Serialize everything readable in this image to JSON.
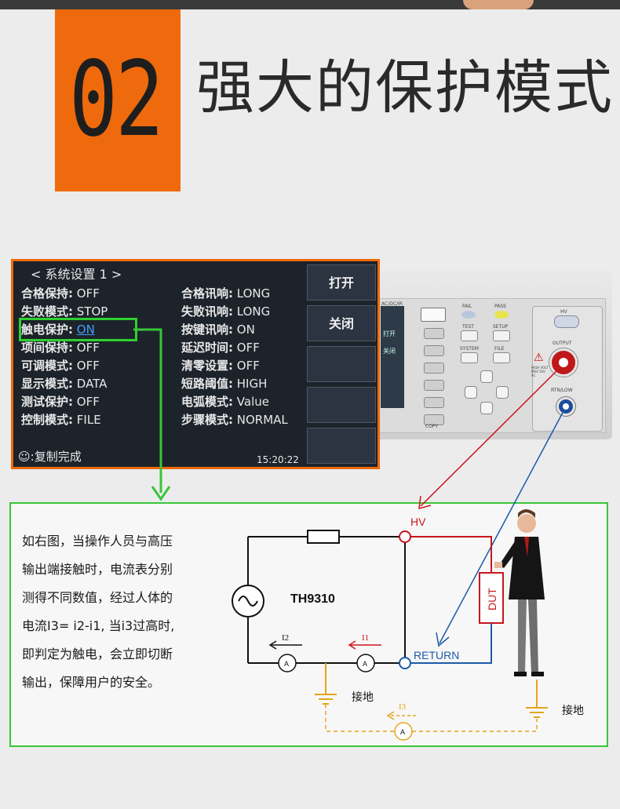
{
  "header": {
    "number": "02",
    "headline": "强大的保护模式"
  },
  "screen": {
    "title": "<  系统设置 1 >",
    "rows": [
      {
        "label": "合格保持:",
        "value": "OFF",
        "label2": "合格讯响:",
        "value2": "LONG"
      },
      {
        "label": "失败模式:",
        "value": "STOP",
        "label2": "失败讯响:",
        "value2": "LONG"
      },
      {
        "label": "触电保护:",
        "value": "ON",
        "label2": "按键讯响:",
        "value2": "ON"
      },
      {
        "label": "项间保持:",
        "value": "OFF",
        "label2": "延迟时间:",
        "value2": "OFF"
      },
      {
        "label": "可调模式:",
        "value": "OFF",
        "label2": "清零设置:",
        "value2": "OFF"
      },
      {
        "label": "显示模式:",
        "value": "DATA",
        "label2": "短路阈值:",
        "value2": "HIGH"
      },
      {
        "label": "测试保护:",
        "value": "OFF",
        "label2": "电弧模式:",
        "value2": "Value"
      },
      {
        "label": "控制模式:",
        "value": "FILE",
        "label2": "步骤模式:",
        "value2": "NORMAL"
      }
    ],
    "buttons": [
      "打开",
      "关闭",
      "",
      "",
      ""
    ],
    "status": ":复制完成",
    "time": "15:20:22",
    "highlight_color": "#2fd12f"
  },
  "device": {
    "side_labels": [
      "打开",
      "关闭"
    ],
    "top_label": "AC/DC/IR",
    "fail": "FAIL",
    "pass": "PASS",
    "test": "TEST",
    "setup": "SETUP",
    "system": "SYSTEM",
    "file": "FILE",
    "copy": "COPY",
    "hv": "HV",
    "output": "OUTPUT",
    "rtn": "RTN/LOW",
    "warn_text": "HIGH VOLT MAX 5kV AC"
  },
  "description": [
    "如右图，当操作人员与高压",
    "输出端接触时，电流表分别",
    "测得不同数值，经过人体的",
    "电流I3= i2-i1, 当i3过高时,",
    "即判定为触电，会立即切断",
    "输出，保障用户的安全。"
  ],
  "circuit": {
    "model": "TH9310",
    "hv": "HV",
    "return": "RETURN",
    "dut": "DUT",
    "i1": "I1",
    "i2": "I2",
    "i3": "I3",
    "ammeter": "A",
    "ground1": "接地",
    "ground2": "接地",
    "colors": {
      "red": "#c8161d",
      "blue": "#1d5aa8",
      "yellow": "#e4a51a",
      "green": "#39c539"
    }
  }
}
